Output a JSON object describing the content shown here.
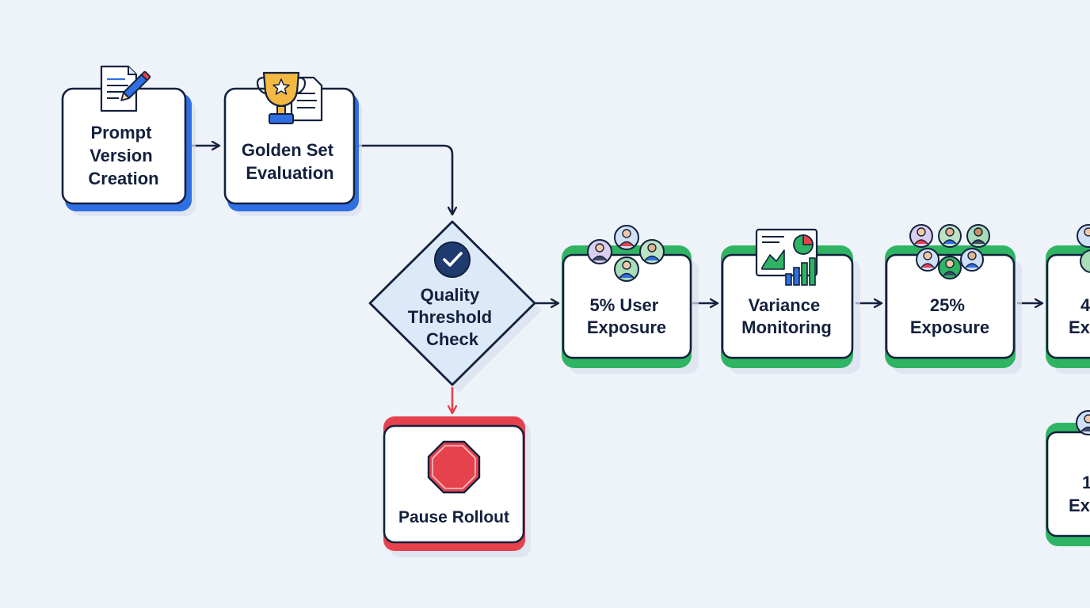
{
  "nodes": {
    "prompt_version_creation": {
      "lines": [
        "Prompt",
        "Version",
        "Creation"
      ],
      "icon": "document-pencil-icon",
      "accent": "#2f6fe4"
    },
    "golden_set_evaluation": {
      "lines": [
        "Golden Set",
        "Evaluation"
      ],
      "icon": "trophy-document-icon",
      "accent": "#2f6fe4"
    },
    "quality_threshold_check": {
      "lines": [
        "Quality",
        "Threshold",
        "Check"
      ],
      "icon": "checkmark-icon",
      "fill": "#dce9f8"
    },
    "pause_rollout": {
      "lines": [
        "Pause Rollout"
      ],
      "icon": "stop-sign-icon",
      "accent": "#e5424d"
    },
    "user_exposure_5": {
      "lines": [
        "5% User",
        "Exposure"
      ],
      "icon": "user-group-icon",
      "accent": "#2fb463"
    },
    "variance_monitoring": {
      "lines": [
        "Variance",
        "Monitoring"
      ],
      "icon": "chart-dashboard-icon",
      "accent": "#2fb463"
    },
    "exposure_25": {
      "lines": [
        "25%",
        "Exposure"
      ],
      "icon": "user-group-icon",
      "accent": "#2fb463"
    },
    "exposure_cut_right": {
      "lines": [
        "4",
        "Ex"
      ],
      "icon": "user-group-icon",
      "accent": "#2fb463"
    },
    "exposure_cut_lower": {
      "lines": [
        "1",
        "Ex"
      ],
      "icon": "user-icon",
      "accent": "#2fb463"
    }
  },
  "colors": {
    "background": "#eef2f9",
    "ink": "#14213d",
    "blue_accent": "#2f6fe4",
    "green_accent": "#2fb463",
    "red_accent": "#e5424d",
    "diamond_fill": "#dce9f8"
  }
}
